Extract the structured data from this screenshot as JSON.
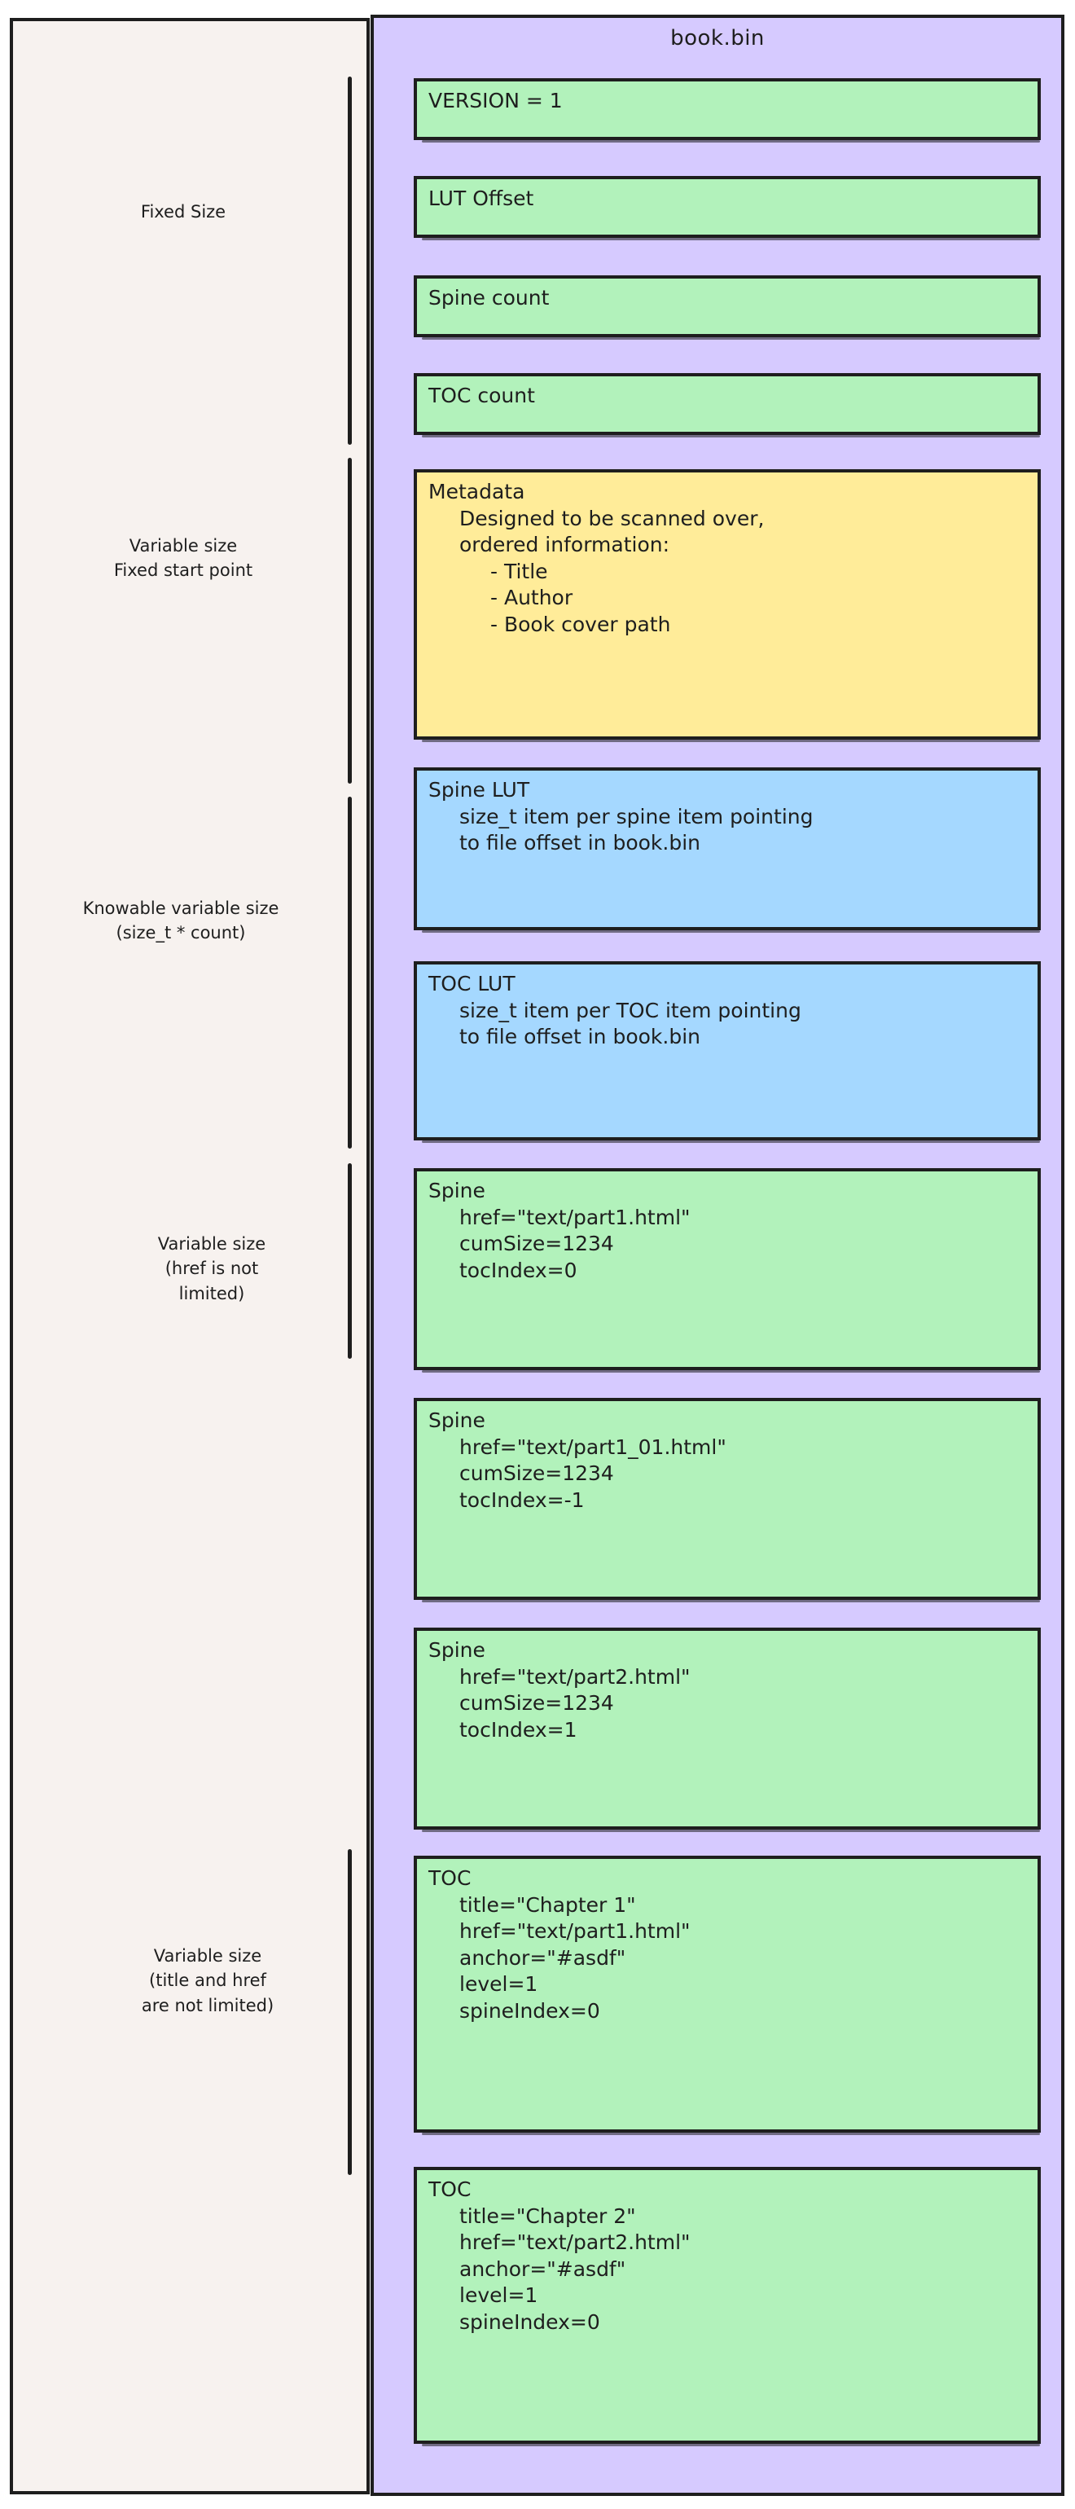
{
  "diagram": {
    "file_title": "book.bin",
    "colors": {
      "left_panel_bg": "#f7f2ef",
      "right_panel_bg": "#d6caff",
      "green_block": "#b2f2bb",
      "yellow_block": "#ffec99",
      "blue_block": "#a5d8ff",
      "stroke": "#1e1e1e"
    },
    "regions": [
      {
        "id": "fixed-size",
        "label": "Fixed Size"
      },
      {
        "id": "variable-fixed-start",
        "label": "Variable size\nFixed start point"
      },
      {
        "id": "knowable-variable",
        "label": "Knowable variable size\n(size_t * count)"
      },
      {
        "id": "variable-href",
        "label": "Variable size\n(href is not\nlimited)"
      },
      {
        "id": "variable-title-href",
        "label": "Variable size\n(title and href\nare not limited)"
      }
    ],
    "blocks": [
      {
        "id": "version",
        "color": "green",
        "lines": [
          {
            "indent": 0,
            "text": "VERSION = 1"
          }
        ]
      },
      {
        "id": "lut-offset",
        "color": "green",
        "lines": [
          {
            "indent": 0,
            "text": "LUT Offset"
          }
        ]
      },
      {
        "id": "spine-count",
        "color": "green",
        "lines": [
          {
            "indent": 0,
            "text": "Spine count"
          }
        ]
      },
      {
        "id": "toc-count",
        "color": "green",
        "lines": [
          {
            "indent": 0,
            "text": "TOC count"
          }
        ]
      },
      {
        "id": "metadata",
        "color": "yellow",
        "lines": [
          {
            "indent": 0,
            "text": "Metadata"
          },
          {
            "indent": 1,
            "text": "Designed to be scanned over,"
          },
          {
            "indent": 1,
            "text": "ordered information:"
          },
          {
            "indent": 2,
            "text": "- Title"
          },
          {
            "indent": 2,
            "text": "- Author"
          },
          {
            "indent": 2,
            "text": "- Book cover path"
          }
        ]
      },
      {
        "id": "spine-lut",
        "color": "blue",
        "lines": [
          {
            "indent": 0,
            "text": "Spine LUT"
          },
          {
            "indent": 1,
            "text": "size_t item per spine item pointing"
          },
          {
            "indent": 1,
            "text": "to file offset in book.bin"
          }
        ]
      },
      {
        "id": "toc-lut",
        "color": "blue",
        "lines": [
          {
            "indent": 0,
            "text": "TOC LUT"
          },
          {
            "indent": 1,
            "text": "size_t item per TOC item pointing"
          },
          {
            "indent": 1,
            "text": "to file offset in book.bin"
          }
        ]
      },
      {
        "id": "spine-1",
        "color": "green",
        "lines": [
          {
            "indent": 0,
            "text": "Spine"
          },
          {
            "indent": 1,
            "text": "href=\"text/part1.html\""
          },
          {
            "indent": 1,
            "text": "cumSize=1234"
          },
          {
            "indent": 1,
            "text": "tocIndex=0"
          }
        ]
      },
      {
        "id": "spine-2",
        "color": "green",
        "lines": [
          {
            "indent": 0,
            "text": "Spine"
          },
          {
            "indent": 1,
            "text": "href=\"text/part1_01.html\""
          },
          {
            "indent": 1,
            "text": "cumSize=1234"
          },
          {
            "indent": 1,
            "text": "tocIndex=-1"
          }
        ]
      },
      {
        "id": "spine-3",
        "color": "green",
        "lines": [
          {
            "indent": 0,
            "text": "Spine"
          },
          {
            "indent": 1,
            "text": "href=\"text/part2.html\""
          },
          {
            "indent": 1,
            "text": "cumSize=1234"
          },
          {
            "indent": 1,
            "text": "tocIndex=1"
          }
        ]
      },
      {
        "id": "toc-1",
        "color": "green",
        "lines": [
          {
            "indent": 0,
            "text": "TOC"
          },
          {
            "indent": 1,
            "text": "title=\"Chapter 1\""
          },
          {
            "indent": 1,
            "text": "href=\"text/part1.html\""
          },
          {
            "indent": 1,
            "text": "anchor=\"#asdf\""
          },
          {
            "indent": 1,
            "text": "level=1"
          },
          {
            "indent": 1,
            "text": "spineIndex=0"
          }
        ]
      },
      {
        "id": "toc-2",
        "color": "green",
        "lines": [
          {
            "indent": 0,
            "text": "TOC"
          },
          {
            "indent": 1,
            "text": "title=\"Chapter 2\""
          },
          {
            "indent": 1,
            "text": "href=\"text/part2.html\""
          },
          {
            "indent": 1,
            "text": "anchor=\"#asdf\""
          },
          {
            "indent": 1,
            "text": "level=1"
          },
          {
            "indent": 1,
            "text": "spineIndex=0"
          }
        ]
      }
    ]
  }
}
